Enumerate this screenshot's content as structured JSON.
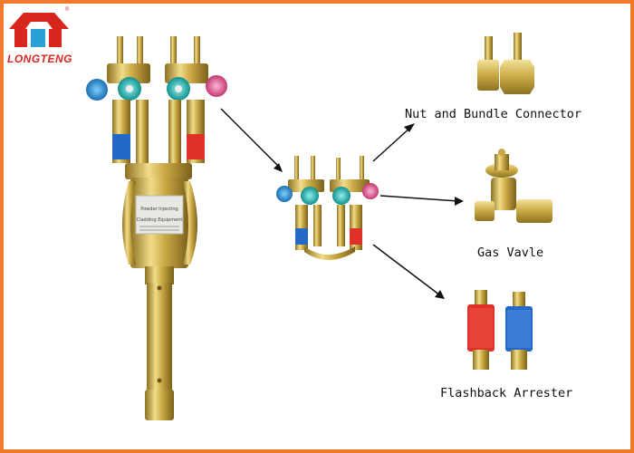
{
  "brand": {
    "name": "LONGTENG",
    "registered": "®",
    "logo_color": "#d8261f",
    "accent_color": "#2aa0d8"
  },
  "frame_color": "#f07a2a",
  "torch": {
    "label_line1": "Powder Injecting",
    "label_line2": "Cladding Equipment"
  },
  "parts": [
    {
      "id": "nut",
      "label": "Nut and Bundle Connector"
    },
    {
      "id": "valve",
      "label": "Gas Vavle"
    },
    {
      "id": "arrester",
      "label": "Flashback Arrester"
    }
  ],
  "colors": {
    "brass": "#c9a844",
    "brass_dark": "#8d7222",
    "knob_blue": "#2a8fd6",
    "knob_teal": "#1fb5b3",
    "knob_pink": "#e0558f",
    "red_band": "#e0302a",
    "blue_band": "#2468c8"
  }
}
